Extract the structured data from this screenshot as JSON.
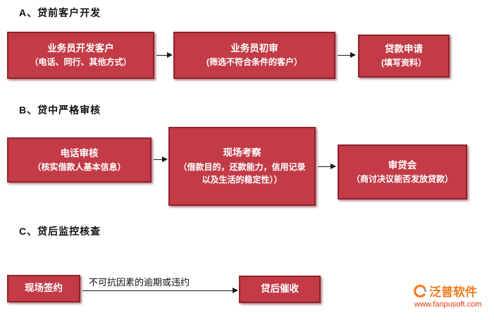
{
  "sections": {
    "a": {
      "label": "A、贷前客户开发",
      "boxes": [
        {
          "title": "业务员开发客户",
          "subtitle": "（电话、同行、其他方式）"
        },
        {
          "title": "业务员初审",
          "subtitle": "(筛选不符合条件的客户）"
        },
        {
          "title": "贷款申请",
          "subtitle": "(填写资料）"
        }
      ]
    },
    "b": {
      "label": "B、贷中严格审核",
      "boxes": [
        {
          "title": "电话审核",
          "subtitle": "（核实借款人基本信息）"
        },
        {
          "title": "现场考察",
          "subtitle": "（借款目的，还款能力，信用记录以及生活的稳定性））"
        },
        {
          "title": "审贷会",
          "subtitle": "（商讨决议能否发放贷款）"
        }
      ]
    },
    "c": {
      "label": "C、贷后监控核查",
      "boxes": [
        {
          "title": "现场签约"
        },
        {
          "title": "贷后催收"
        }
      ],
      "arrow_label": "不可抗因素的逾期或违约"
    }
  },
  "logo": {
    "name": "泛普软件",
    "url": "www.fanpusoft.com"
  },
  "colors": {
    "box_fill": "#c23b46",
    "box_border": "#8f222c",
    "arrow_black": "#1a1a1a",
    "logo_orange": "#f47a1f",
    "logo_red": "#e8380d"
  }
}
